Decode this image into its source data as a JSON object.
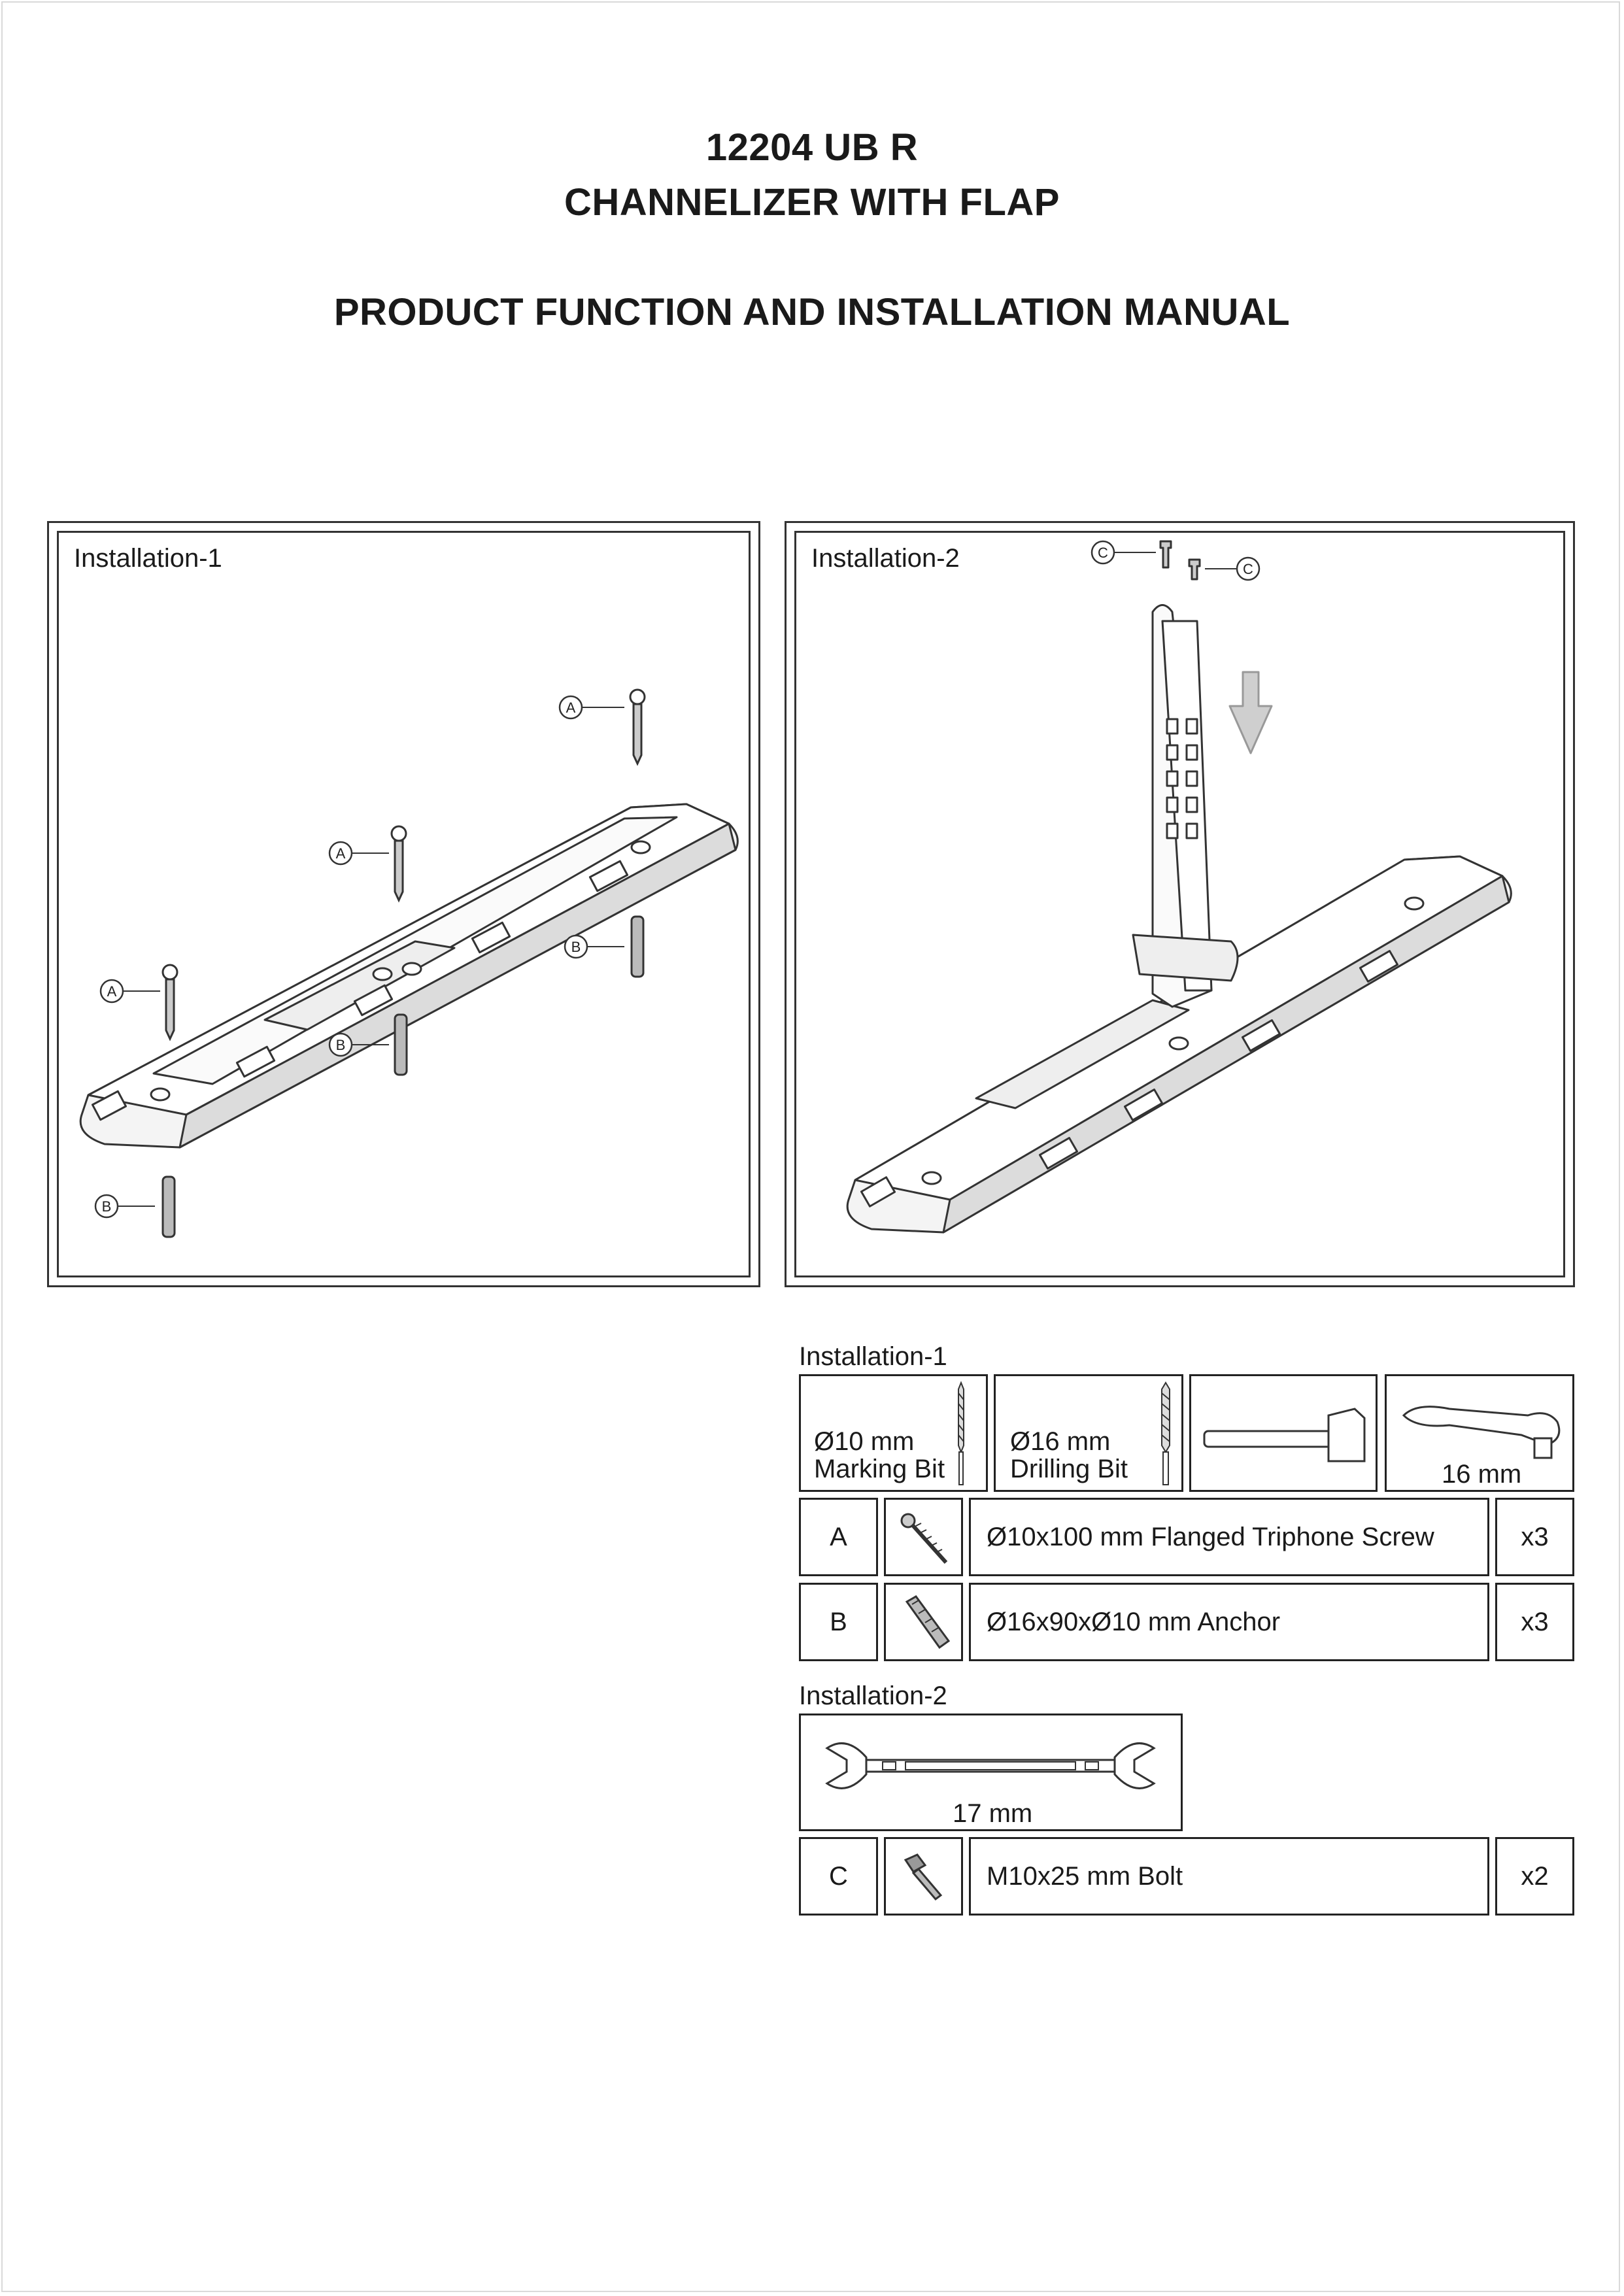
{
  "header": {
    "line1": "12204 UB R",
    "line2": "CHANNELIZER WITH FLAP",
    "line3": "PRODUCT FUNCTION AND INSTALLATION MANUAL"
  },
  "figures": {
    "fig1": {
      "label": "Installation-1",
      "callouts": [
        "A",
        "A",
        "A",
        "B",
        "B",
        "B"
      ]
    },
    "fig2": {
      "label": "Installation-2",
      "callouts": [
        "C",
        "C"
      ]
    }
  },
  "tools1": {
    "section_label": "Installation-1",
    "marking_bit": {
      "size": "Ø10 mm",
      "name": "Marking Bit"
    },
    "drilling_bit": {
      "size": "Ø16 mm",
      "name": "Drilling Bit"
    },
    "ratchet_size": "16 mm"
  },
  "parts1": [
    {
      "code": "A",
      "desc": "Ø10x100 mm Flanged Triphone Screw",
      "qty": "x3"
    },
    {
      "code": "B",
      "desc": "Ø16x90xØ10 mm Anchor",
      "qty": "x3"
    }
  ],
  "tools2": {
    "section_label": "Installation-2",
    "wrench_size": "17 mm"
  },
  "parts2": [
    {
      "code": "C",
      "desc": "M10x25 mm Bolt",
      "qty": "x2"
    }
  ]
}
